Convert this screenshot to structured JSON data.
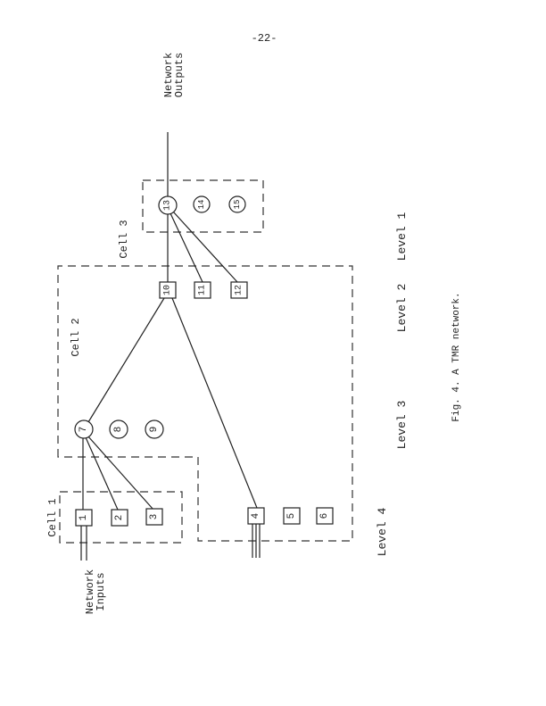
{
  "page_number": "-22-",
  "caption": "Fig. 4. A TMR network.",
  "labels": {
    "network_outputs": [
      "Network",
      "Outputs"
    ],
    "network_inputs": [
      "Network",
      "Inputs"
    ],
    "cell1": "Cell 1",
    "cell2": "Cell 2",
    "cell3": "Cell 3",
    "level1": "Level 1",
    "level2": "Level 2",
    "level3": "Level 3",
    "level4": "Level 4"
  },
  "nodes": {
    "n1": "1",
    "n2": "2",
    "n3": "3",
    "n4": "4",
    "n5": "5",
    "n6": "6",
    "n7": "7",
    "n8": "8",
    "n9": "9",
    "n10": "10",
    "n11": "11",
    "n12": "12",
    "n13": "13",
    "n14": "14",
    "n15": "15"
  }
}
